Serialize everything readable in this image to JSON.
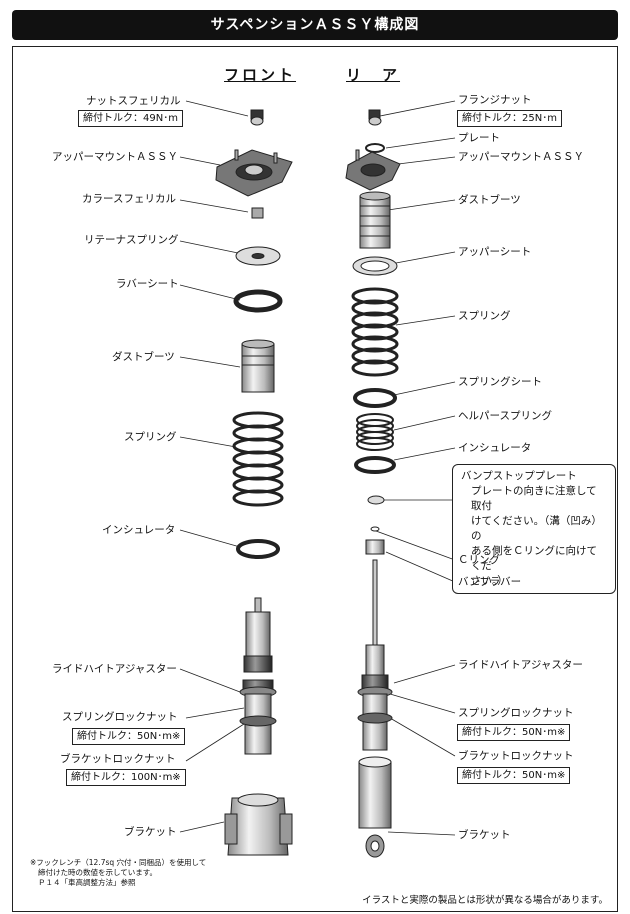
{
  "title": "サスペンションＡＳＳＹ構成図",
  "headers": {
    "front": "フロント",
    "rear": "リ　ア"
  },
  "front": {
    "nut": "ナットスフェリカル",
    "nut_torque": "締付トルク：49N･m",
    "upper_mount": "アッパーマウントＡＳＳＹ",
    "collar": "カラースフェリカル",
    "retainer_spring": "リテーナスプリング",
    "rubber_seat": "ラバーシート",
    "dust_boot": "ダストブーツ",
    "spring": "スプリング",
    "insulator": "インシュレータ",
    "ride_height_adjuster": "ライドハイトアジャスター",
    "spring_locknut": "スプリングロックナット",
    "spring_locknut_torque": "締付トルク：50N･m※",
    "bracket_locknut": "ブラケットロックナット",
    "bracket_locknut_torque": "締付トルク：100N･m※",
    "bracket": "ブラケット"
  },
  "rear": {
    "flange_nut": "フランジナット",
    "flange_nut_torque": "締付トルク：25N･m",
    "plate": "プレート",
    "upper_mount": "アッパーマウントＡＳＳＹ",
    "dust_boot": "ダストブーツ",
    "upper_seat": "アッパーシート",
    "spring": "スプリング",
    "spring_seat": "スプリングシート",
    "helper_spring": "ヘルパースプリング",
    "insulator": "インシュレータ",
    "bump_stop_title": "バンプストッププレート",
    "bump_stop_note": [
      "プレートの向きに注意して取付",
      "けてください。（溝（凹み）の",
      "ある側をＣリングに向けてくだ",
      "さい。）"
    ],
    "c_ring": "Ｃリング",
    "bump_rubber": "バンプラバー",
    "ride_height_adjuster": "ライドハイトアジャスター",
    "spring_locknut": "スプリングロックナット",
    "spring_locknut_torque": "締付トルク：50N･m※",
    "bracket_locknut": "ブラケットロックナット",
    "bracket_locknut_torque": "締付トルク：50N･m※",
    "bracket": "ブラケット"
  },
  "footnote": [
    "※フックレンチ（12.7sq 穴付・同梱品）を使用して",
    "締付けた時の数値を示しています。",
    "Ｐ１４「車高調整方法」参照"
  ],
  "disclaimer": "イラストと実際の製品とは形状が異なる場合があります。"
}
